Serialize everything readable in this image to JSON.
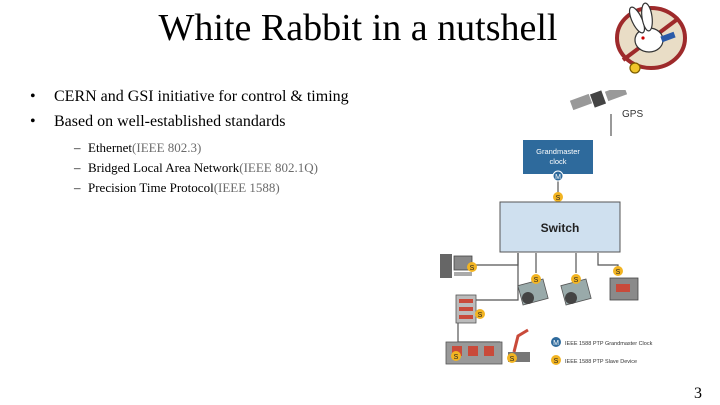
{
  "slide": {
    "title": "White Rabbit in a nutshell",
    "bullets": [
      "CERN and GSI initiative for control & timing",
      "Based on well-established standards"
    ],
    "sub_bullets": [
      {
        "text": "Ethernet ",
        "paren": "(IEEE 802.3)"
      },
      {
        "text": "Bridged Local Area Network ",
        "paren": "(IEEE 802.1Q)"
      },
      {
        "text": "Precision Time Protocol ",
        "paren": "(IEEE 1588)"
      }
    ],
    "page_number": "3"
  },
  "diagram": {
    "gps_label": "GPS",
    "grandmaster_label_1": "Grandmaster",
    "grandmaster_label_2": "clock",
    "switch_label": "Switch",
    "badge_m": "M",
    "badge_s": "S",
    "legend": [
      {
        "badge": "M",
        "text": "IEEE 1588 PTP Grandmaster Clock"
      },
      {
        "badge": "S",
        "text": "IEEE 1588 PTP Slave Device"
      }
    ],
    "colors": {
      "grandmaster_fill": "#2e6a9c",
      "switch_fill": "#cfe0ef",
      "slave_badge": "#f2b422",
      "master_badge": "#2e6a9c",
      "line": "#555555"
    }
  }
}
